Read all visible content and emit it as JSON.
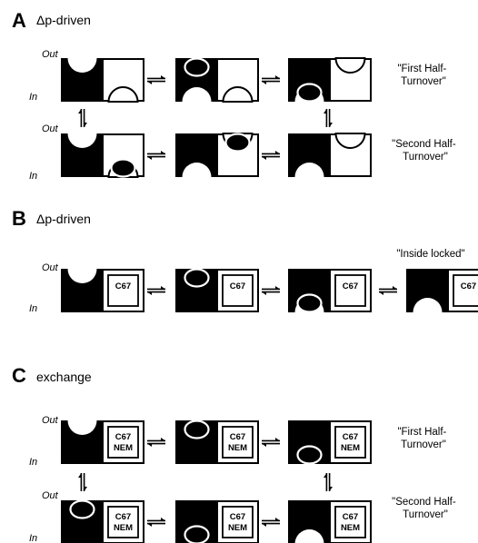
{
  "panels": [
    {
      "letter": "A",
      "title": "Δp-driven"
    },
    {
      "letter": "B",
      "title": "Δp-driven"
    },
    {
      "letter": "C",
      "title": "exchange"
    }
  ],
  "side_labels": {
    "out": "Out",
    "in": "In"
  },
  "notes": {
    "first_half": [
      "\"First Half-",
      "Turnover\""
    ],
    "second_half": [
      "\"Second Half-",
      "Turnover\""
    ],
    "inside_locked": "\"Inside locked\""
  },
  "residue_labels": {
    "cys": "C67",
    "nem": "NEM"
  }
}
